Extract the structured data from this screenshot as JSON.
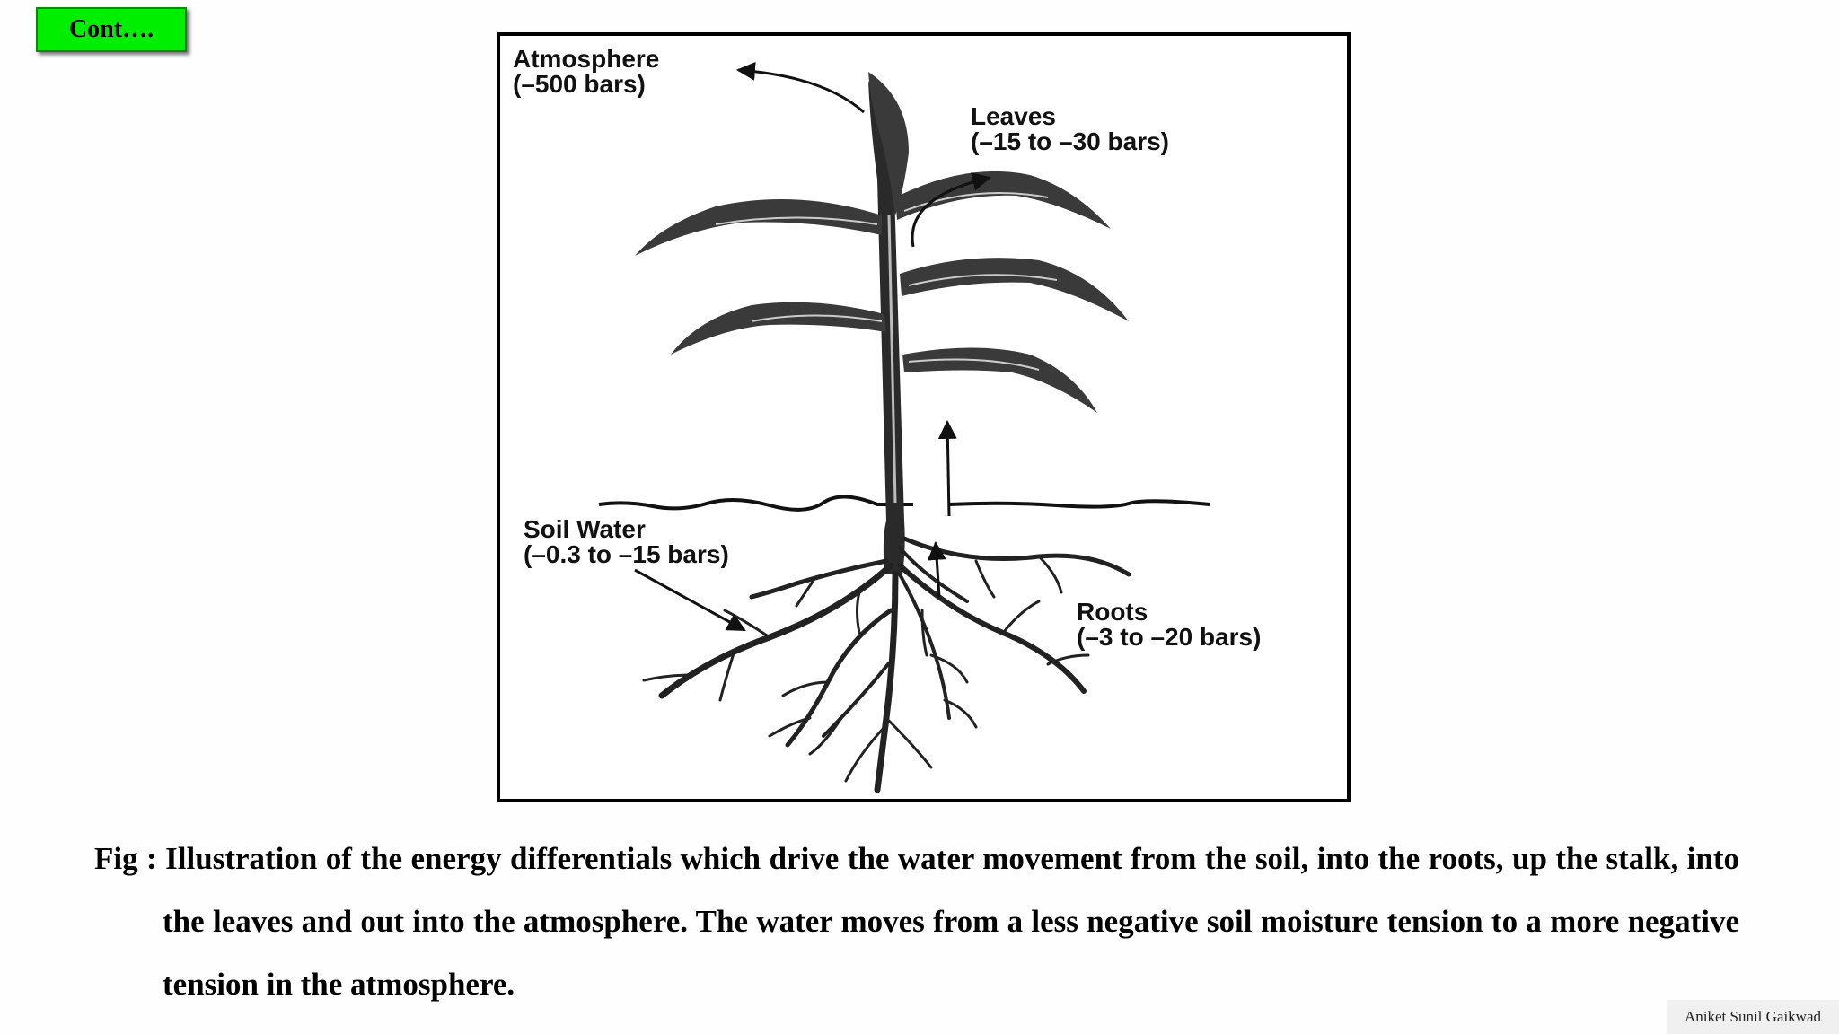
{
  "header": {
    "cont_label": "Cont…."
  },
  "diagram": {
    "atmosphere": {
      "name": "Atmosphere",
      "value": "(–500 bars)"
    },
    "leaves": {
      "name": "Leaves",
      "value": "(–15 to –30 bars)"
    },
    "soil_water": {
      "name": "Soil Water",
      "value": "(–0.3 to –15 bars)"
    },
    "roots": {
      "name": "Roots",
      "value": "(–3 to –20 bars)"
    }
  },
  "caption": "Fig : Illustration of the energy differentials which drive the water movement from the soil, into the roots, up the stalk, into the leaves and out into the atmosphere. The water moves from a less negative soil moisture tension to a more negative tension in the atmosphere.",
  "footer": {
    "author": "Aniket Sunil Gaikwad"
  }
}
